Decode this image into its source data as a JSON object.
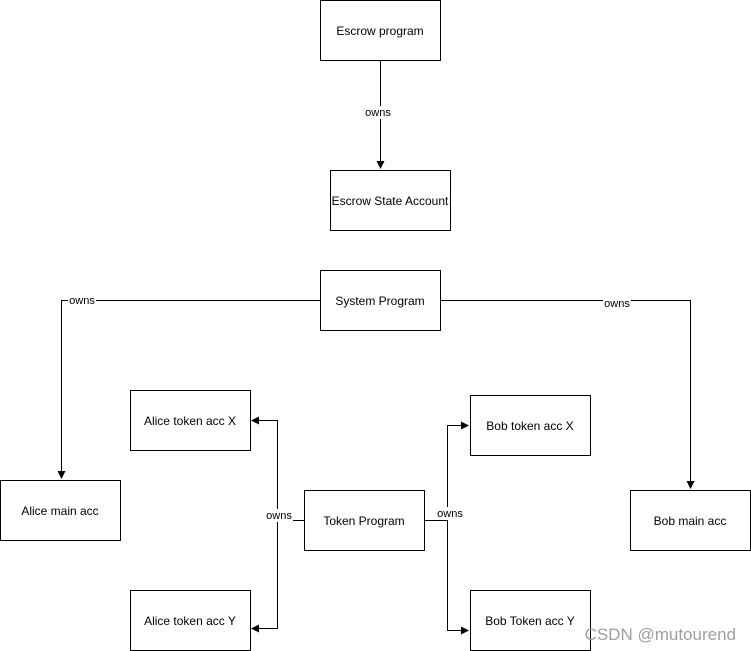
{
  "nodes": {
    "escrow_program": "Escrow program",
    "escrow_state_account": "Escrow State Account",
    "system_program": "System Program",
    "alice_token_acc_x": "Alice token acc X",
    "bob_token_acc_x": "Bob token acc X",
    "alice_main_acc": "Alice main acc",
    "token_program": "Token Program",
    "bob_main_acc": "Bob main acc",
    "alice_token_acc_y": "Alice token acc Y",
    "bob_token_acc_y": "Bob Token acc Y"
  },
  "edges": {
    "escrow_owns": "owns",
    "system_alice_owns": "owns",
    "system_bob_owns": "owns",
    "token_alice_owns": "owns",
    "token_bob_owns": "owns"
  },
  "watermark": "CSDN @mutourend",
  "colors": {
    "stroke": "#000000",
    "fill": "#ffffff",
    "watermark": "#9e9e9e"
  }
}
